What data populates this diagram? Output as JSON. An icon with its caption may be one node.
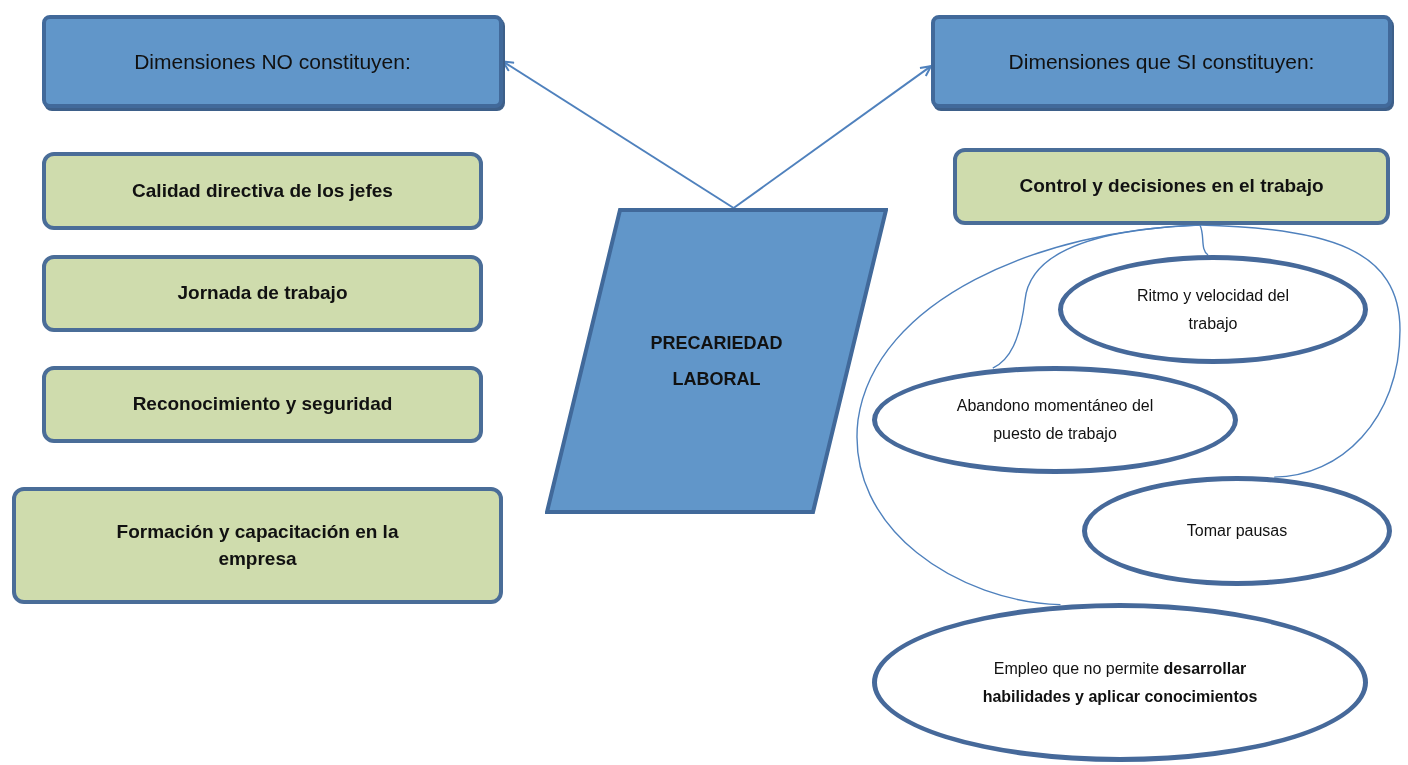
{
  "diagram": {
    "nodes": [
      {
        "text": [
          "Dimensiones NO constituyen:"
        ]
      },
      {
        "text": [
          "Dimensiones que SI constituyen:"
        ]
      },
      {
        "text": [
          "Calidad directiva de los jefes"
        ]
      },
      {
        "text": [
          "Jornada de trabajo"
        ]
      },
      {
        "text": [
          "Reconocimiento y seguridad"
        ]
      },
      {
        "text": [
          "Formación y capacitación en la empresa"
        ]
      },
      {
        "text": [
          "PRECARIEDAD LABORAL"
        ]
      },
      {
        "text": [
          "Control y decisiones en el trabajo"
        ]
      },
      {
        "text": [
          "Ritmo y velocidad del trabajo"
        ]
      },
      {
        "text": [
          "Abandono momentáneo del puesto de trabajo"
        ]
      },
      {
        "text": [
          "Tomar pausas"
        ]
      },
      {
        "text": [
          "Empleo que no permite **desarrollar habilidades y aplicar conocimientos**"
        ]
      }
    ],
    "edges": [
      {
        "from": 6,
        "to": 0,
        "arrow": "to"
      },
      {
        "from": 6,
        "to": 1,
        "arrow": "to"
      },
      {
        "from": 7,
        "to": 8,
        "arrow": "none"
      },
      {
        "from": 7,
        "to": 9,
        "arrow": "none"
      },
      {
        "from": 7,
        "to": 10,
        "arrow": "none"
      },
      {
        "from": 7,
        "to": 11,
        "arrow": "none"
      }
    ]
  }
}
